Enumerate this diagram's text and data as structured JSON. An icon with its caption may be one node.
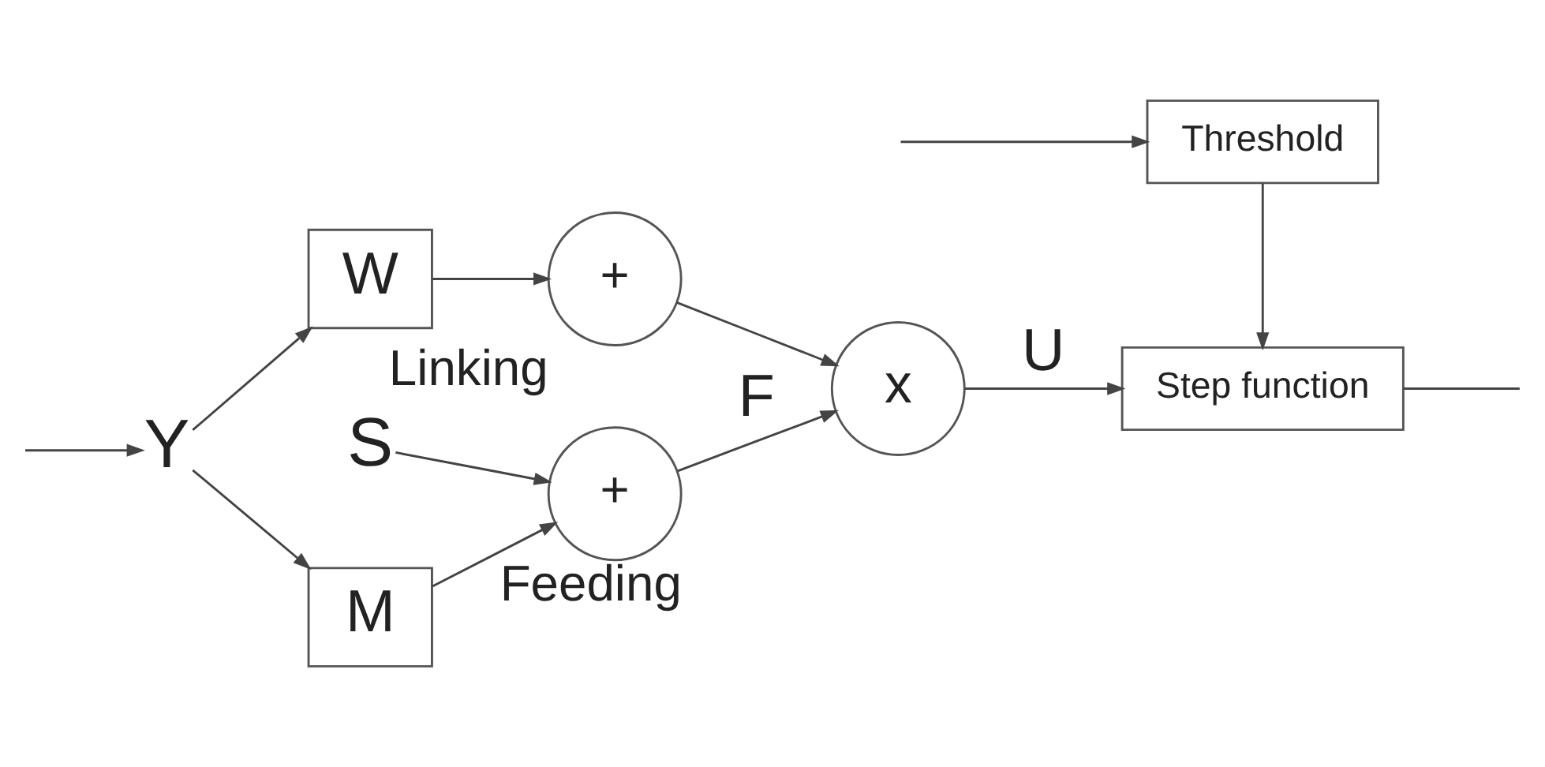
{
  "diagram": {
    "nodes": [
      {
        "text": [
          "Y"
        ]
      },
      {
        "text": [
          "W"
        ]
      },
      {
        "text": [
          "+"
        ],
        "beside": [
          "Linking"
        ]
      },
      {
        "text": [
          "Threshold"
        ]
      },
      {
        "text": [
          "M"
        ]
      },
      {
        "text": [
          "S"
        ]
      },
      {
        "text": [
          "+"
        ],
        "beside": [
          "Feeding"
        ]
      },
      {
        "text": [
          "x"
        ]
      },
      {
        "text": [
          "Step function"
        ]
      }
    ],
    "edges": [
      {
        "from": null,
        "to": 0,
        "arrow": "to"
      },
      {
        "from": 0,
        "to": 1,
        "arrow": "to"
      },
      {
        "from": 0,
        "to": 4,
        "arrow": "to"
      },
      {
        "from": 1,
        "to": 2,
        "arrow": "to"
      },
      {
        "from": 2,
        "to": 7,
        "arrow": "to"
      },
      {
        "from": 4,
        "to": 6,
        "arrow": "to"
      },
      {
        "from": 5,
        "to": 6,
        "arrow": "to"
      },
      {
        "from": 6,
        "to": 7,
        "arrow": "to",
        "label": "F"
      },
      {
        "from": 7,
        "to": 8,
        "arrow": "to",
        "label": "U"
      },
      {
        "from": 3,
        "to": 8,
        "arrow": "to"
      },
      {
        "from": null,
        "to": 3,
        "arrow": "to"
      },
      {
        "from": 8,
        "to": null,
        "arrow": "none"
      }
    ]
  }
}
